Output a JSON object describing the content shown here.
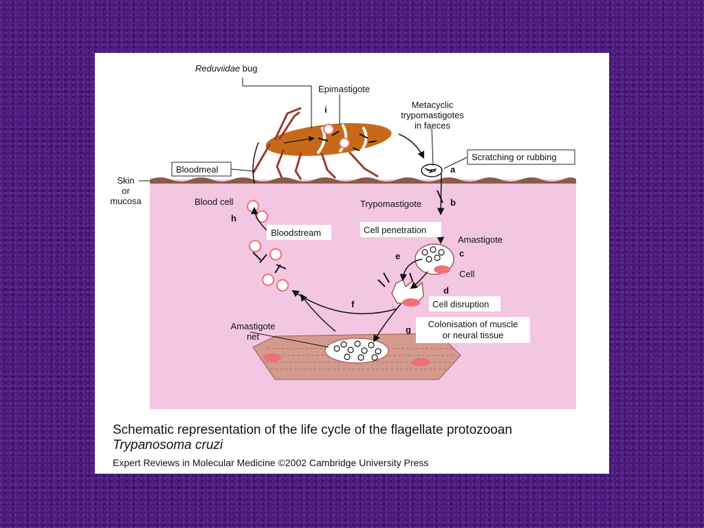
{
  "diagram": {
    "labels": {
      "bug": "Reduviidae",
      "bug_suffix": " bug",
      "epimastigote": "Epimastigote",
      "metacyclic_1": "Metacyclic",
      "metacyclic_2": "trypomastigotes",
      "metacyclic_3": "in faeces",
      "scratching": "Scratching or rubbing",
      "bloodmeal": "Bloodmeal",
      "skin_1": "Skin",
      "skin_2": "or",
      "skin_3": "mucosa",
      "blood_cell": "Blood cell",
      "trypomastigote": "Trypomastigote",
      "bloodstream": "Bloodstream",
      "cell_penetration": "Cell penetration",
      "amastigote": "Amastigote",
      "cell": "Cell",
      "cell_disruption": "Cell disruption",
      "colonisation_1": "Colonisation of muscle",
      "colonisation_2": "or neural tissue",
      "amastigote_net_1": "Amastigote",
      "amastigote_net_2": "net"
    },
    "letters": {
      "a": "a",
      "b": "b",
      "c": "c",
      "d": "d",
      "e": "e",
      "f": "f",
      "g": "g",
      "h": "h",
      "i": "i"
    },
    "colors": {
      "tissue": "#f3c6e2",
      "skin": "#8b5a4a",
      "bug": "#c66a1a",
      "bug_legs": "#9a3a2a",
      "nucleus": "#ef6f76",
      "muscle": "#d39a8e"
    }
  },
  "caption": {
    "title": "Schematic representation of the life cycle of the flagellate protozooan",
    "species": "Trypanosoma cruzi",
    "credit": "Expert Reviews in Molecular Medicine ©2002 Cambridge University Press"
  }
}
